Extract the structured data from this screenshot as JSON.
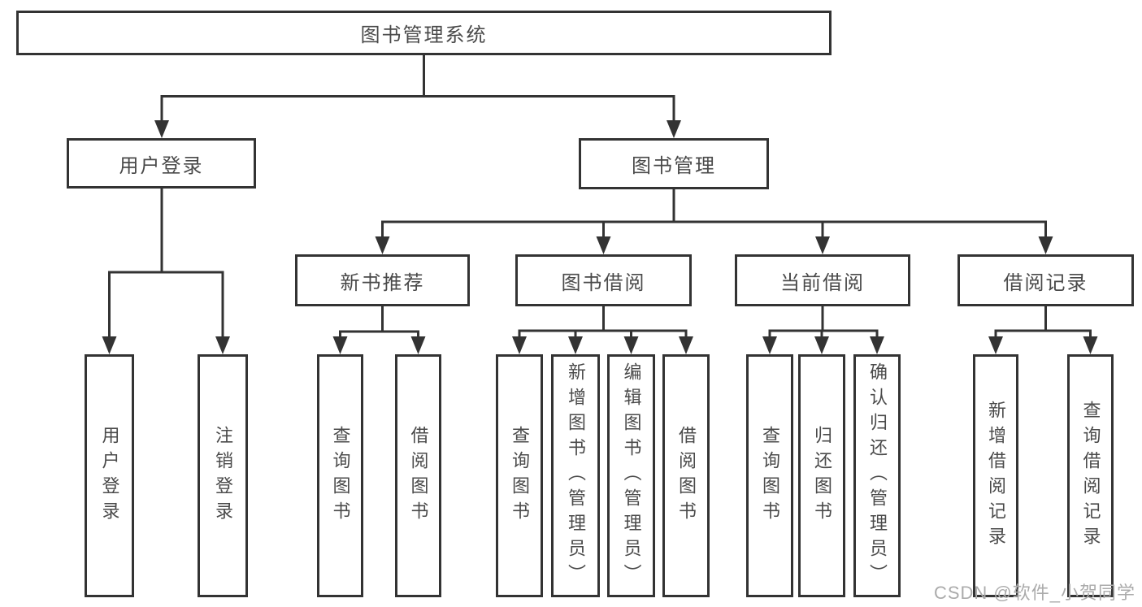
{
  "diagram_type": "hierarchy-tree",
  "title": "图书管理系统",
  "watermark": "CSDN @软件_小贺同学",
  "colors": {
    "line": "#333333",
    "box_border": "#333333",
    "text": "#4a4a4a",
    "background": "#ffffff",
    "watermark": "#ababab"
  },
  "tree": {
    "label": "图书管理系统",
    "children": [
      {
        "label": "用户登录",
        "children": [
          {
            "label": "用户登录"
          },
          {
            "label": "注销登录"
          }
        ]
      },
      {
        "label": "图书管理",
        "children": [
          {
            "label": "新书推荐",
            "children": [
              {
                "label": "查询图书"
              },
              {
                "label": "借阅图书"
              }
            ]
          },
          {
            "label": "图书借阅",
            "children": [
              {
                "label": "查询图书"
              },
              {
                "label": "新增图书（管理员）"
              },
              {
                "label": "编辑图书（管理员）"
              },
              {
                "label": "借阅图书"
              }
            ]
          },
          {
            "label": "当前借阅",
            "children": [
              {
                "label": "查询图书"
              },
              {
                "label": "归还图书"
              },
              {
                "label": "确认归还（管理员）"
              }
            ]
          },
          {
            "label": "借阅记录",
            "children": [
              {
                "label": "新增借阅记录"
              },
              {
                "label": "查询借阅记录"
              }
            ]
          }
        ]
      }
    ]
  }
}
